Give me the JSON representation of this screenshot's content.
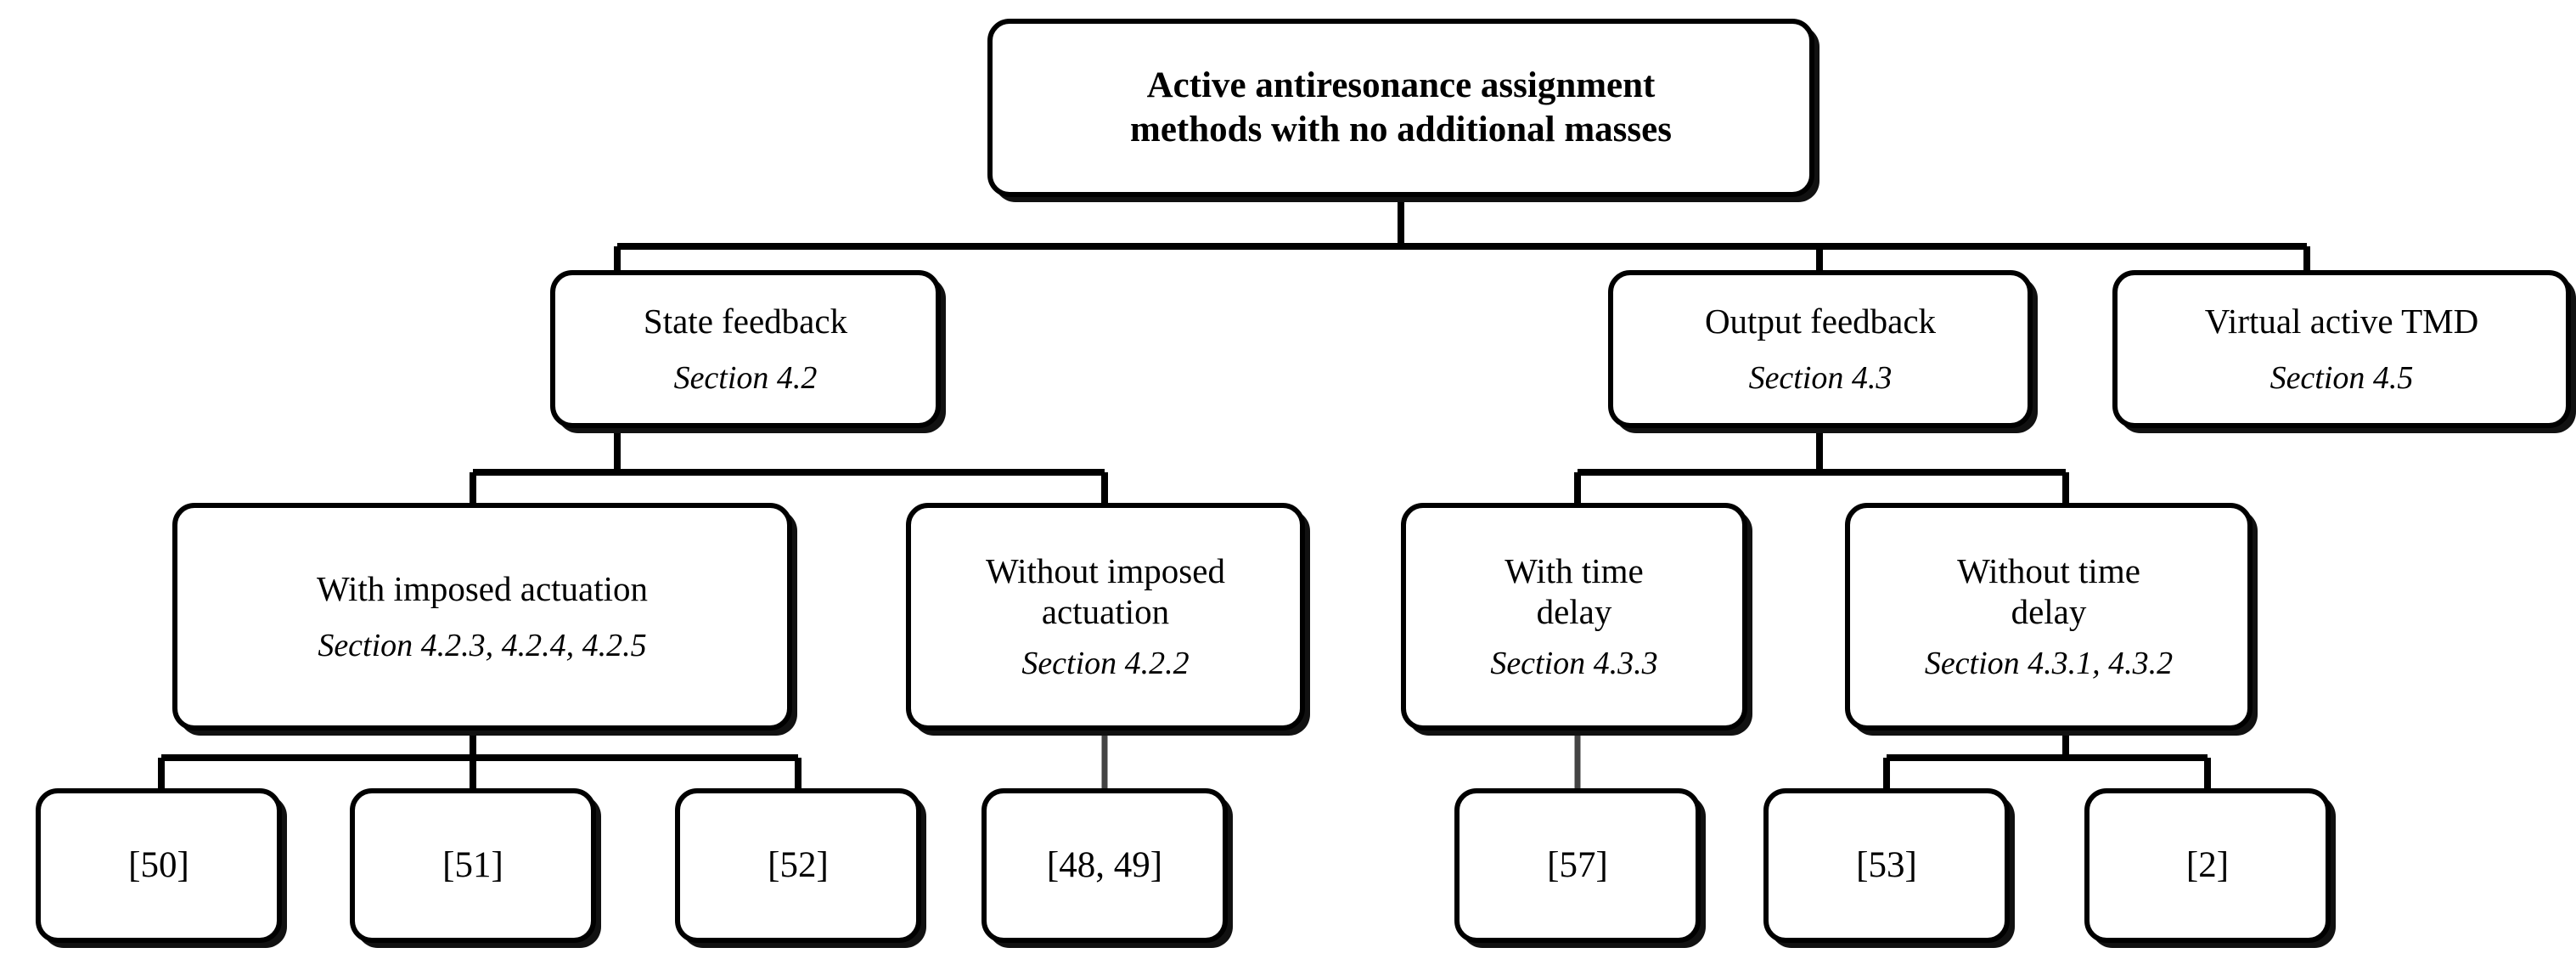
{
  "diagram": {
    "type": "tree",
    "orientation": "top-down",
    "background_color": "#ffffff",
    "line_color": "#000000",
    "text_color": "#000000",
    "nodes": {
      "root": {
        "title_line1": "Active antiresonance assignment",
        "title_line2": "methods with no additional masses"
      },
      "state_feedback": {
        "title": "State feedback",
        "section": "Section 4.2"
      },
      "output_feedback": {
        "title": "Output feedback",
        "section": "Section 4.3"
      },
      "virtual_active_tmd": {
        "title": "Virtual active TMD",
        "section": "Section 4.5"
      },
      "with_imposed_actuation": {
        "title": "With imposed actuation",
        "section": "Section 4.2.3,  4.2.4,  4.2.5"
      },
      "without_imposed_actuation": {
        "title_line1": "Without imposed",
        "title_line2": "actuation",
        "section": "Section 4.2.2"
      },
      "with_time_delay": {
        "title_line1": "With time",
        "title_line2": "delay",
        "section": "Section 4.3.3"
      },
      "without_time_delay": {
        "title_line1": "Without time",
        "title_line2": "delay",
        "section": "Section 4.3.1, 4.3.2"
      },
      "ref_50": {
        "title": "[50]"
      },
      "ref_51": {
        "title": "[51]"
      },
      "ref_52": {
        "title": "[52]"
      },
      "ref_48_49": {
        "title": "[48, 49]"
      },
      "ref_57": {
        "title": "[57]"
      },
      "ref_53": {
        "title": "[53]"
      },
      "ref_2": {
        "title": "[2]"
      }
    }
  }
}
